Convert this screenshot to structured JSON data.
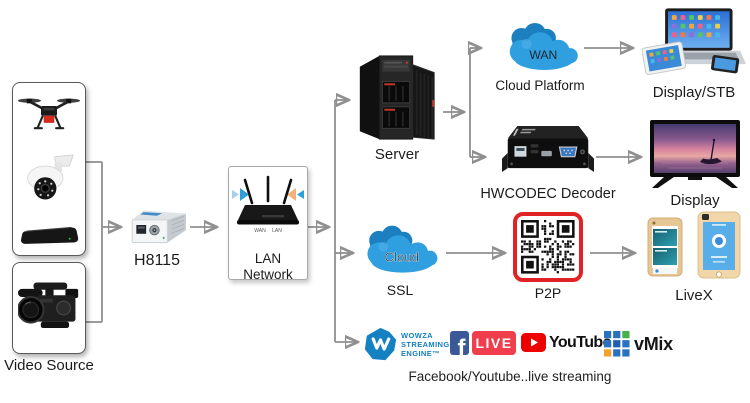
{
  "diagram": {
    "video_source": {
      "label": "Video Source"
    },
    "encoder": {
      "label": "H8115"
    },
    "lan": {
      "label": "LAN Network",
      "port_wan": "WAN",
      "port_lan": "LAN"
    },
    "server": {
      "label": "Server"
    },
    "wan_cloud": {
      "text": "WAN",
      "label": "Cloud Platform"
    },
    "display_stb": {
      "label": "Display/STB"
    },
    "decoder": {
      "label": "HWCODEC Decoder"
    },
    "tv": {
      "label": "Display"
    },
    "ssl_cloud": {
      "text": "Cloud",
      "label": "SSL"
    },
    "p2p": {
      "label": "P2P"
    },
    "livex": {
      "label": "LiveX"
    },
    "streaming_row": {
      "wowza_lines": [
        "WOWZA",
        "STREAMING",
        "ENGINE™"
      ],
      "facebook_letter": "f",
      "live_label": "LIVE",
      "youtube_label": "YouTube",
      "vmix_label": "vMix",
      "caption": "Facebook/Youtube..live streaming"
    },
    "colors": {
      "cloud_blue": "#2f9fe0",
      "cloud_blue_dark": "#1b7fc0",
      "arrow_gray": "#8f8f8f",
      "wowza_blue": "#1481c3",
      "facebook_blue": "#3b5998",
      "live_red": "#f03e4d",
      "youtube_red": "#ee0000",
      "qr_border_red": "#e02224",
      "phone_gold": "#e9cf9e",
      "vmix_blue": "#2a72c0",
      "vmix_green": "#44b049",
      "vmix_orange": "#f0a22e"
    },
    "icons": {
      "drone-icon": "quadcopter drone",
      "ptz-camera-icon": "PTZ dome camera",
      "set-top-box-icon": "set-top box",
      "camcorder-icon": "professional camcorder",
      "encoder-device-icon": "H8115 encoder box",
      "router-icon": "wireless router",
      "wifi-arrows-icon": "wifi signal arrows",
      "server-tower-icon": "server tower",
      "cloud-icon": "cloud shape",
      "laptop-devices-icon": "laptop with tablet and phones",
      "decoder-device-icon": "decoder box with ports",
      "tv-icon": "flat screen TV",
      "qr-code-icon": "QR code",
      "smartphones-icon": "two gold smartphones",
      "wowza-logo-icon": "Wowza Streaming Engine mark",
      "facebook-icon": "Facebook f tile",
      "youtube-play-icon": "YouTube play button",
      "vmix-grid-icon": "vMix colored grid"
    }
  }
}
